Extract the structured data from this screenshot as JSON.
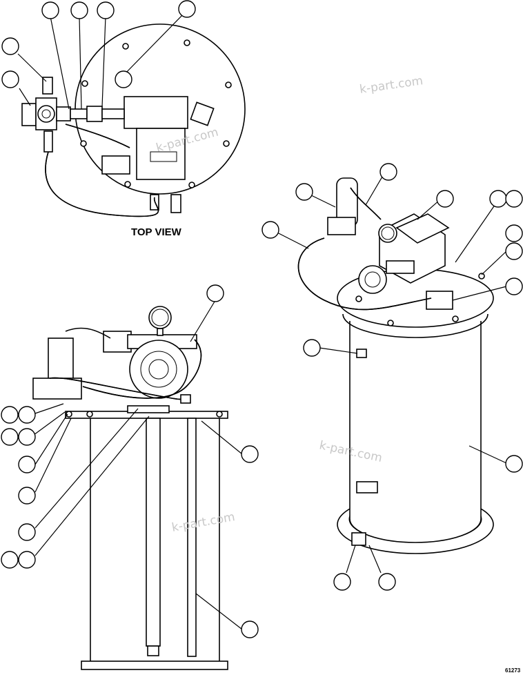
{
  "labels": {
    "top_view": "TOP VIEW",
    "drawing_number": "61273"
  },
  "watermark": "k-part.com"
}
